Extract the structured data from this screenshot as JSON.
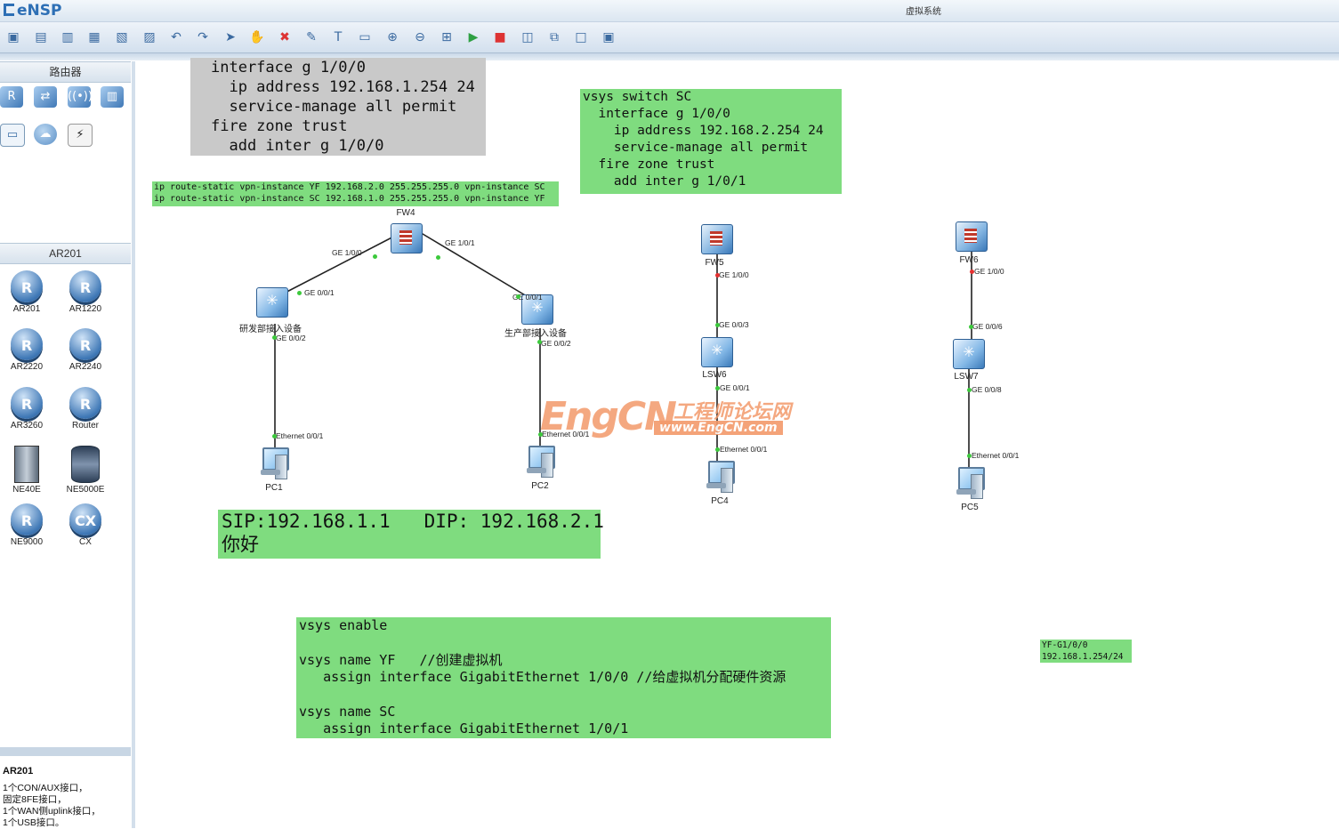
{
  "app": {
    "logo": "eNSP",
    "window_title": "虚拟系统"
  },
  "toolbar": {
    "icons": [
      "new-topology-icon",
      "new-lab-icon",
      "open-icon",
      "save-icon",
      "save-as-icon",
      "print-icon",
      "undo-icon",
      "redo-icon",
      "select-icon",
      "pan-hand-icon",
      "delete-icon",
      "delete-link-icon",
      "text-icon",
      "rectangle-icon",
      "zoom-in-icon",
      "zoom-out-icon",
      "fit-icon",
      "start-icon",
      "stop-icon",
      "capture-icon",
      "topology-icon",
      "palette-icon",
      "console-icon"
    ]
  },
  "sidebar": {
    "top_header": "路由器",
    "category_icons": [
      "router-category-icon",
      "switch-category-icon",
      "wireless-category-icon",
      "firewall-category-icon",
      "pc-category-icon",
      "cloud-category-icon",
      "other-devices-category-icon"
    ],
    "group_header": "AR201",
    "devices": [
      {
        "label": "AR201",
        "kind": "r"
      },
      {
        "label": "AR1220",
        "kind": "r"
      },
      {
        "label": "AR2220",
        "kind": "r"
      },
      {
        "label": "AR2240",
        "kind": "r"
      },
      {
        "label": "AR3260",
        "kind": "r"
      },
      {
        "label": "Router",
        "kind": "r"
      },
      {
        "label": "NE40E",
        "kind": "ne"
      },
      {
        "label": "NE5000E",
        "kind": "ne5"
      },
      {
        "label": "NE9000",
        "kind": "r"
      },
      {
        "label": "CX",
        "kind": "cx"
      }
    ],
    "info": {
      "title": "AR201",
      "lines": [
        "1个CON/AUX接口，",
        "固定8FE接口，",
        "1个WAN侧uplink接口，",
        "1个USB接口。"
      ]
    }
  },
  "notes": {
    "gray_top": "interface g 1/0/0\n  ip address 192.168.1.254 24\n  service-manage all permit\nfire zone trust\n  add inter g 1/0/0",
    "green_sc": "vsys switch SC\n  interface g 1/0/0\n    ip address 192.168.2.254 24\n    service-manage all permit\n  fire zone trust\n    add inter g 1/0/1",
    "green_routes": "ip route-static vpn-instance YF 192.168.2.0 255.255.255.0 vpn-instance SC\nip route-static vpn-instance SC 192.168.1.0 255.255.255.0 vpn-instance YF",
    "green_sip": "SIP:192.168.1.1   DIP: 192.168.2.1\n你好",
    "green_vsys": "vsys enable\n\nvsys name YF   //创建虚拟机\n   assign interface GigabitEthernet 1/0/0 //给虚拟机分配硬件资源\n\nvsys name SC\n   assign interface GigabitEthernet 1/0/1",
    "green_small": "YF-G1/0/0\n192.168.1.254/24"
  },
  "topology": {
    "nodes": {
      "fw4": "FW4",
      "sw_rd": "研发部接入设备",
      "sw_prod": "生产部接入设备",
      "pc1": "PC1",
      "pc2": "PC2",
      "fw5": "FW5",
      "lsw6": "LSW6",
      "pc4": "PC4",
      "fw6": "FW6",
      "lsw7": "LSW7",
      "pc5": "PC5"
    },
    "ports": {
      "fw4_ge100": "GE 1/0/0",
      "fw4_ge101": "GE 1/0/1",
      "rd_ge001": "GE 0/0/1",
      "rd_ge002": "GE 0/0/2",
      "prod_ge001": "GE 0/0/1",
      "prod_ge002": "GE 0/0/2",
      "pc1_eth": "Ethernet 0/0/1",
      "pc2_eth": "Ethernet 0/0/1",
      "fw5_ge100": "GE 1/0/0",
      "lsw6_ge003": "GE 0/0/3",
      "lsw6_ge001": "GE 0/0/1",
      "pc4_eth": "Ethernet 0/0/1",
      "fw6_ge100": "GE 1/0/0",
      "lsw7_ge006": "GE 0/0/6",
      "lsw7_ge008": "GE 0/0/8",
      "pc5_eth": "Ethernet 0/0/1"
    }
  },
  "watermark": {
    "brand": "EngCN",
    "cn": "工程师论坛网",
    "url": "www.EngCN.com"
  }
}
